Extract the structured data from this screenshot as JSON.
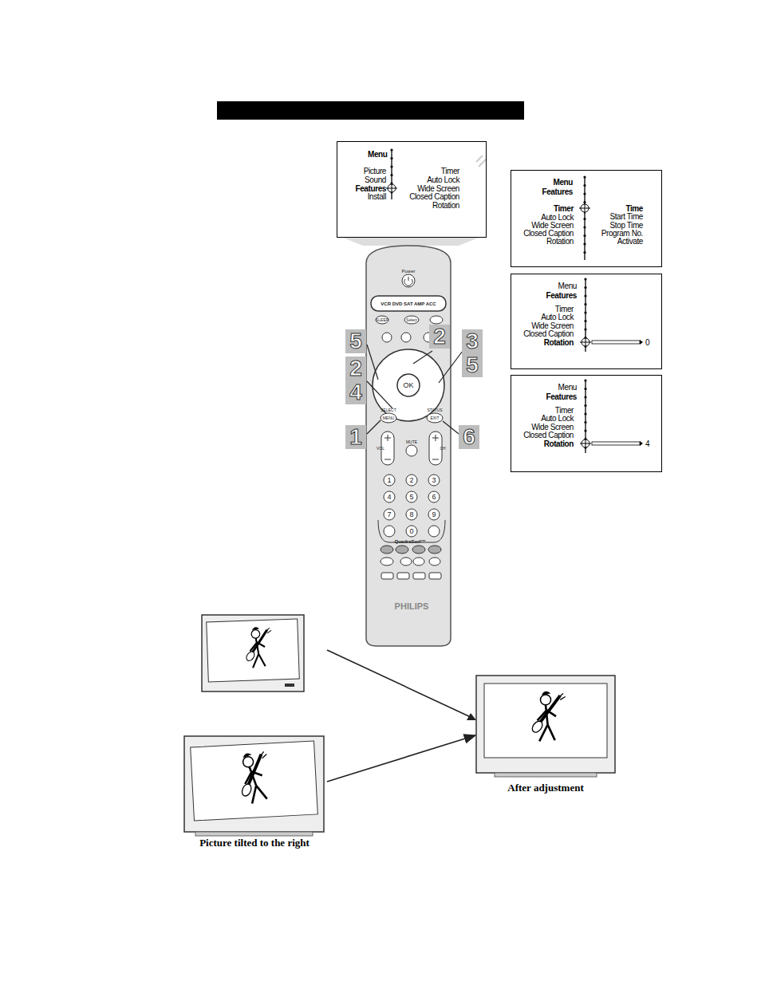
{
  "diagram": {
    "nodes": [
      {
        "text": [
          "Menu",
          "Picture",
          "Sound",
          "Features",
          "Install",
          "Timer",
          "Auto Lock",
          "Wide Screen",
          "Closed Caption",
          "Rotation"
        ]
      },
      {
        "text": [
          "Menu",
          "Features",
          "Timer",
          "Auto Lock",
          "Wide Screen",
          "Closed Caption",
          "Rotation",
          "Time",
          "Start Time",
          "Stop Time",
          "Program No.",
          "Activate"
        ]
      },
      {
        "text": [
          "Menu",
          "Features",
          "Timer",
          "Auto Lock",
          "Wide Screen",
          "Closed Caption",
          "Rotation",
          "0"
        ]
      },
      {
        "text": [
          "Menu",
          "Features",
          "Timer",
          "Auto Lock",
          "Wide Screen",
          "Closed Caption",
          "Rotation",
          "4"
        ]
      },
      {
        "text": [
          "Picture tilted to the right"
        ]
      },
      {
        "text": [
          "After adjustment"
        ]
      }
    ],
    "edges": [
      {
        "from": 4,
        "to": 5,
        "arrow": "to"
      }
    ],
    "labels": [
      "5",
      "2",
      "3",
      "5",
      "2",
      "4",
      "1",
      "6",
      "Power",
      "VCR DVD SAT AMP ACC",
      "SLEEP",
      "Select",
      "OK",
      "SELECT",
      "MENU",
      "STATUS",
      "EXIT",
      "VOL",
      "MUTE",
      "CH",
      "1",
      "2",
      "3",
      "4",
      "5",
      "6",
      "7",
      "8",
      "9",
      "0",
      "QuadraSurf™",
      "PHILIPS"
    ]
  }
}
